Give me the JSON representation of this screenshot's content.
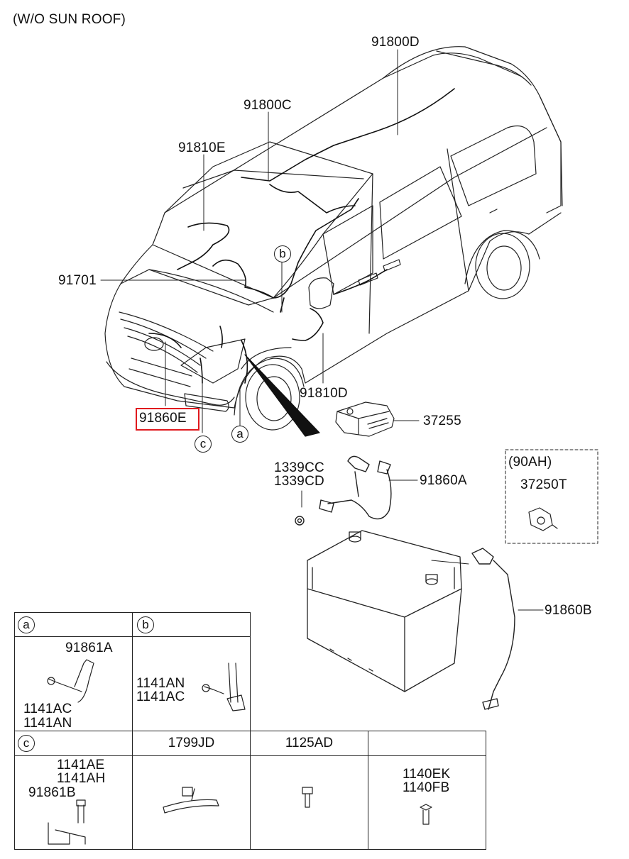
{
  "variant_note": "(W/O SUN ROOF)",
  "parts": {
    "p91800D": "91800D",
    "p91800C": "91800C",
    "p91810E": "91810E",
    "p91701": "91701",
    "p91810D": "91810D",
    "p91860E": "91860E",
    "p37255": "37255",
    "p1339CC": "1339CC",
    "p1339CD": "1339CD",
    "p91860A": "91860A",
    "p90AH": "(90AH)",
    "p37250T": "37250T",
    "p91860B": "91860B"
  },
  "callouts": {
    "a": "a",
    "b": "b",
    "c": "c"
  },
  "table": {
    "a_head": "a",
    "b_head": "b",
    "c_head": "c",
    "a_part": "91861A",
    "a_bolt1": "1141AC",
    "a_bolt2": "1141AN",
    "b_bolt1": "1141AN",
    "b_bolt2": "1141AC",
    "c_bolt1": "1141AE",
    "c_bolt2": "1141AH",
    "c_part": "91861B",
    "col2_head": "1799JD",
    "col3_head": "1125AD",
    "col4_head": "",
    "col4_p1": "1140EK",
    "col4_p2": "1140FB"
  },
  "highlight": {
    "color": "#e0191e",
    "target": "91860E"
  }
}
